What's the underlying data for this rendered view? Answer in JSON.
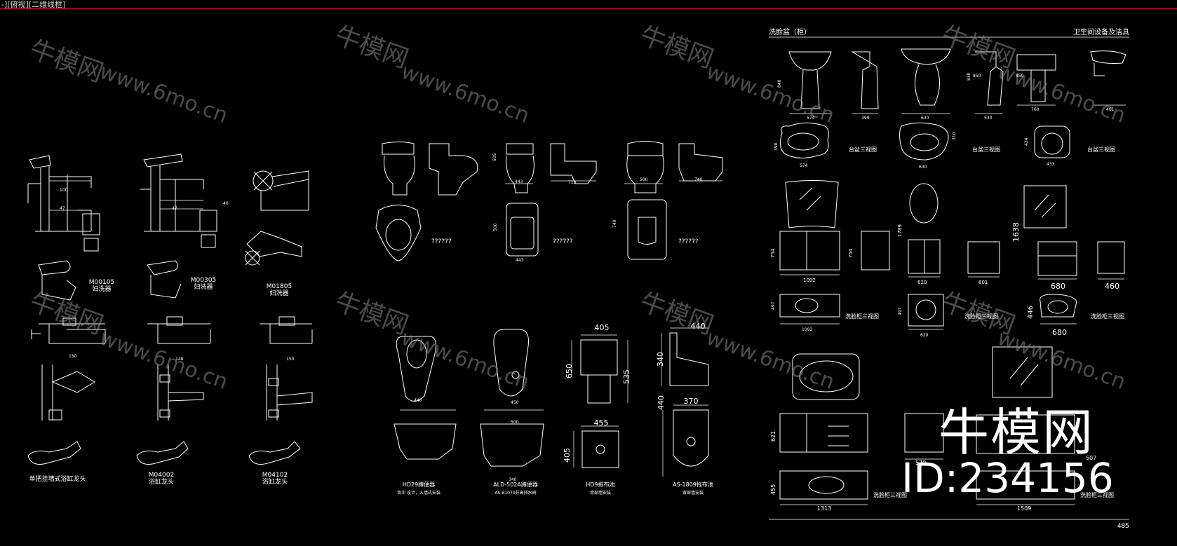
{
  "viewport": {
    "label": "-][俯视][二维线框]"
  },
  "section": {
    "title": "洗脸盆（柜）",
    "subtitle": "卫生间设备及洁具",
    "page_number": "485"
  },
  "watermark": {
    "brand": "牛模网",
    "url": "www.6mo.cn"
  },
  "logo": {
    "brand": "牛模网",
    "id": "ID:234156"
  },
  "faucets": {
    "labels": [
      {
        "code": "M00105",
        "name": "妇洗器"
      },
      {
        "code": "M00305",
        "name": "妇洗器"
      },
      {
        "code": "M01805",
        "name": "妇洗器"
      },
      {
        "code": "",
        "name": "单把挂墙式浴缸龙头"
      },
      {
        "code": "M04002",
        "name": "浴缸龙头"
      },
      {
        "code": "M04102",
        "name": "浴缸龙头"
      }
    ],
    "dims": [
      "100",
      "47",
      "40",
      "47",
      "150",
      "148",
      "150"
    ]
  },
  "toilets": {
    "dims": [
      "505",
      "443",
      "713",
      "500",
      "740",
      "500",
      "443",
      "740"
    ],
    "placeholders": [
      "??????",
      "??????",
      "??????"
    ]
  },
  "squat": {
    "dims": [
      "405",
      "650",
      "535",
      "440",
      "340",
      "370",
      "440",
      "455",
      "405",
      "440",
      "450",
      "500",
      "340"
    ],
    "labels": [
      {
        "name": "HD29蹲便器",
        "note": "背冲 设计，入墙式安装"
      },
      {
        "name": "ALD-502A蹲便器",
        "note": "AS-B1070芬高排水阀"
      },
      {
        "name": "HD9拖布池",
        "note": "背部墙安装"
      },
      {
        "name": "AS-1809拖布池",
        "note": "背部墙安装"
      }
    ]
  },
  "basins": {
    "top_dims": [
      "840",
      "574",
      "390",
      "830",
      "630",
      "850",
      "530",
      "850",
      "760",
      "401"
    ],
    "plan_labels": [
      "台盆三视图",
      "台盆三视图",
      "台盆三视图"
    ],
    "plan_dims": [
      "390",
      "574",
      "310",
      "630",
      "424",
      "433"
    ],
    "cabinet_dims": [
      "754",
      "754",
      "1789",
      "1638",
      "1092",
      "620",
      "601",
      "680",
      "460",
      "497",
      "1092",
      "497",
      "620",
      "446",
      "680"
    ],
    "cabinet_labels": [
      "洗脸柜三视图",
      "洗脸柜三视图",
      "洗脸柜三视图"
    ],
    "vanity_dims": [
      "621",
      "455",
      "1313",
      "570",
      "507",
      "1509"
    ],
    "vanity_labels": [
      "洗脸柜三视图",
      "洗脸柜三视图"
    ]
  },
  "colors": {
    "background": "#000000",
    "lines": "#ffffff",
    "rule": "#bb2222",
    "watermark": "#888888"
  }
}
